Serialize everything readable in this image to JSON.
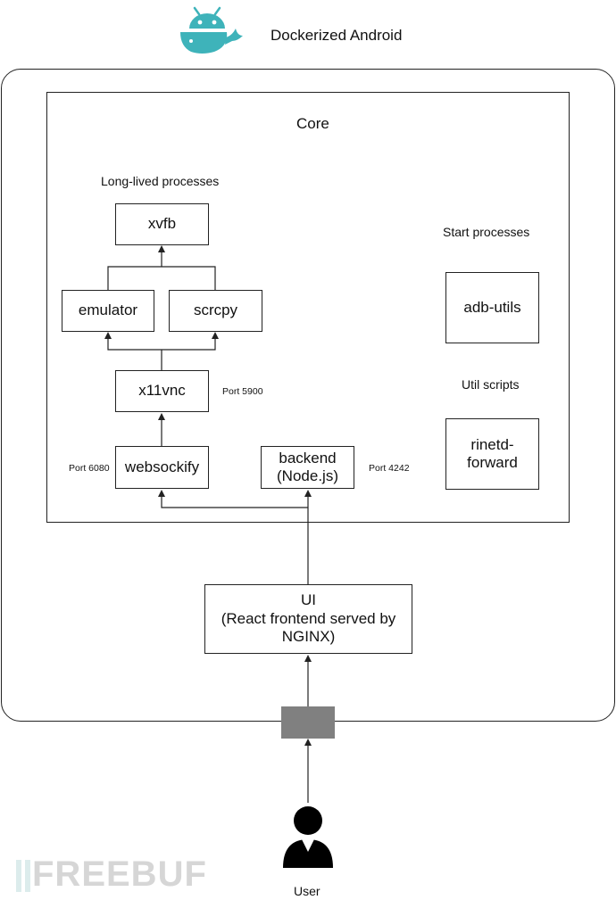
{
  "header": {
    "title": "Dockerized Android",
    "logo_icon": "docker-whale-android-icon"
  },
  "container": {
    "core": {
      "title": "Core",
      "long_lived_label": "Long-lived processes",
      "start_label": "Start processes",
      "util_label": "Util scripts",
      "nodes": {
        "xvfb": "xvfb",
        "emulator": "emulator",
        "scrcpy": "scrcpy",
        "x11vnc": "x11vnc",
        "websockify": "websockify",
        "backend_line1": "backend",
        "backend_line2": "(Node.js)",
        "adb_utils": "adb-utils",
        "rinetd_line1": "rinetd-",
        "rinetd_line2": "forward"
      },
      "ports": {
        "x11vnc": "Port 5900",
        "websockify": "Port 6080",
        "backend": "Port 4242"
      }
    },
    "ui": {
      "line1": "UI",
      "line2": "(React frontend served by",
      "line3": "NGINX)"
    }
  },
  "user": {
    "label": "User",
    "icon": "user-icon"
  },
  "watermark": {
    "text": "FREEBUF"
  },
  "colors": {
    "logo": "#3eb3ba",
    "port": "#808080",
    "stroke": "#222222"
  }
}
